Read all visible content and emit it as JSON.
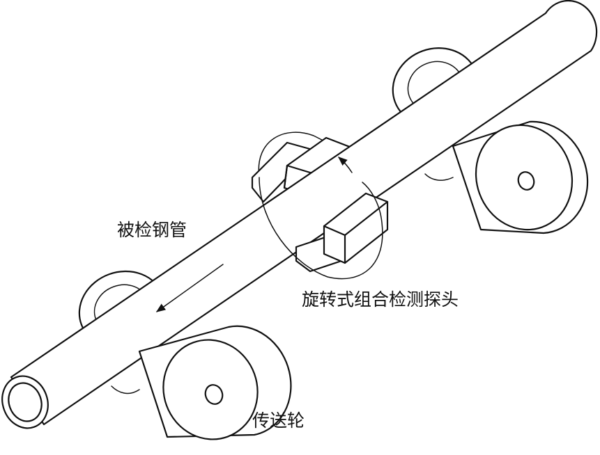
{
  "labels": {
    "pipe": "被检钢管",
    "probe": "旋转式组合检测探头",
    "wheel": "传送轮"
  }
}
